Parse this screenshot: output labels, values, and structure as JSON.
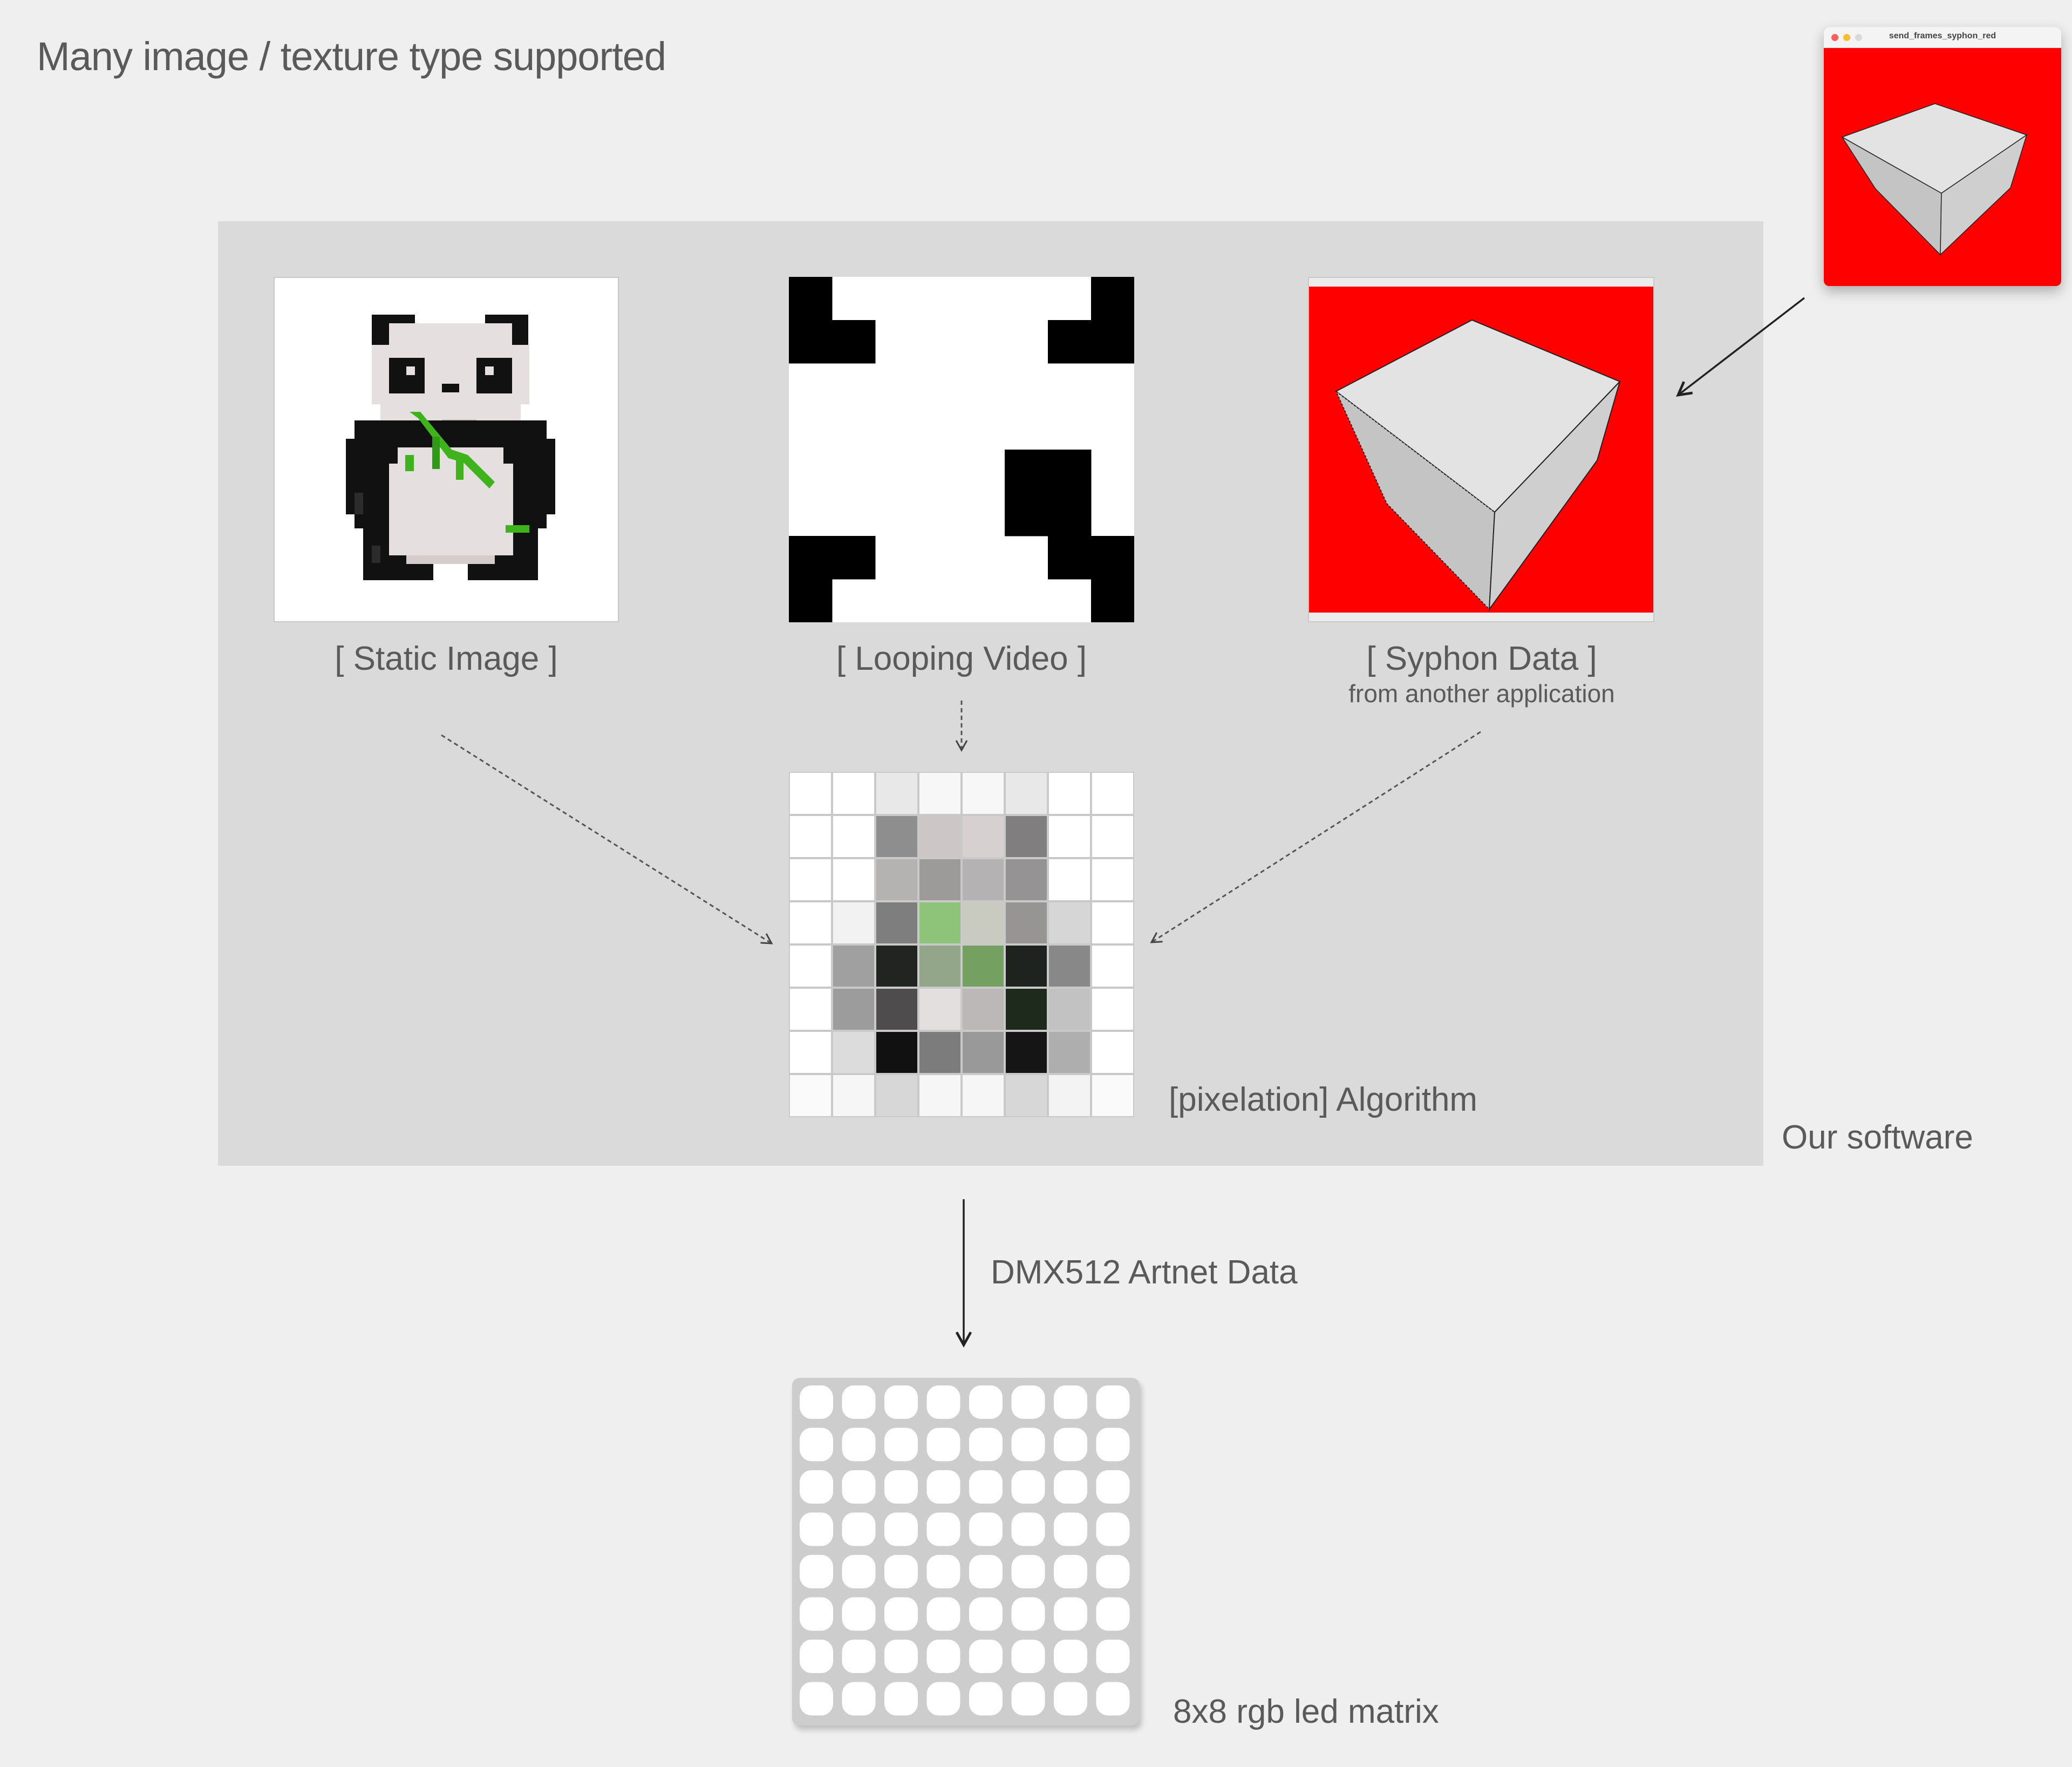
{
  "title": "Many image / texture type supported",
  "sources": [
    {
      "label": "[ Static Image ]",
      "sublabel": ""
    },
    {
      "label": "[ Looping Video ]",
      "sublabel": ""
    },
    {
      "label": "[ Syphon Data ]",
      "sublabel": "from another application"
    }
  ],
  "syphon_window": {
    "title": "send_frames_syphon_red"
  },
  "algorithm_label": "[pixelation] Algorithm",
  "software_label": "Our software",
  "transport_label": "DMX512 Artnet Data",
  "output_label": "8x8 rgb led matrix",
  "colors": {
    "background": "#efefef",
    "software_box": "#dadada",
    "syphon_red": "#ff0000",
    "panda_black": "#111111",
    "panda_white": "#e6dfdf",
    "bamboo_green": "#3fb31c"
  },
  "video_frame_pattern": [
    [
      1,
      0,
      0,
      0,
      0,
      0,
      0,
      1
    ],
    [
      1,
      1,
      0,
      0,
      0,
      0,
      1,
      1
    ],
    [
      0,
      0,
      0,
      0,
      0,
      0,
      0,
      0
    ],
    [
      0,
      0,
      0,
      0,
      0,
      0,
      0,
      0
    ],
    [
      0,
      0,
      0,
      0,
      0,
      1,
      1,
      0
    ],
    [
      0,
      0,
      0,
      0,
      0,
      1,
      1,
      0
    ],
    [
      1,
      1,
      0,
      0,
      0,
      0,
      1,
      1
    ],
    [
      1,
      0,
      0,
      0,
      0,
      0,
      0,
      1
    ]
  ],
  "pixelated_output": [
    [
      "#ffffff",
      "#ffffff",
      "#e8e8e8",
      "#f7f7f7",
      "#f7f7f7",
      "#e8e8e8",
      "#ffffff",
      "#ffffff"
    ],
    [
      "#ffffff",
      "#ffffff",
      "#8e8e8e",
      "#cdc6c6",
      "#d6d0d0",
      "#807e7e",
      "#ffffff",
      "#ffffff"
    ],
    [
      "#ffffff",
      "#ffffff",
      "#b5b2b2",
      "#9d9a9a",
      "#b4b2b2",
      "#959393",
      "#ffffff",
      "#ffffff"
    ],
    [
      "#ffffff",
      "#f2f2f2",
      "#7e7e7e",
      "#8ec479",
      "#c9cbc1",
      "#979494",
      "#d6d6d6",
      "#ffffff"
    ],
    [
      "#ffffff",
      "#a0a0a0",
      "#222421",
      "#94a68a",
      "#74a062",
      "#1f231f",
      "#888888",
      "#ffffff"
    ],
    [
      "#ffffff",
      "#9c9c9c",
      "#4e4c4c",
      "#e4dfdf",
      "#bcb8b8",
      "#1e2a1b",
      "#c2c2c2",
      "#ffffff"
    ],
    [
      "#ffffff",
      "#dcdcdc",
      "#111111",
      "#7d7c7c",
      "#9a9999",
      "#151515",
      "#aeaeae",
      "#ffffff"
    ],
    [
      "#fafafa",
      "#f6f6f6",
      "#d7d7d7",
      "#f6f6f6",
      "#f6f6f6",
      "#d7d7d7",
      "#f3f3f3",
      "#fafafa"
    ]
  ]
}
